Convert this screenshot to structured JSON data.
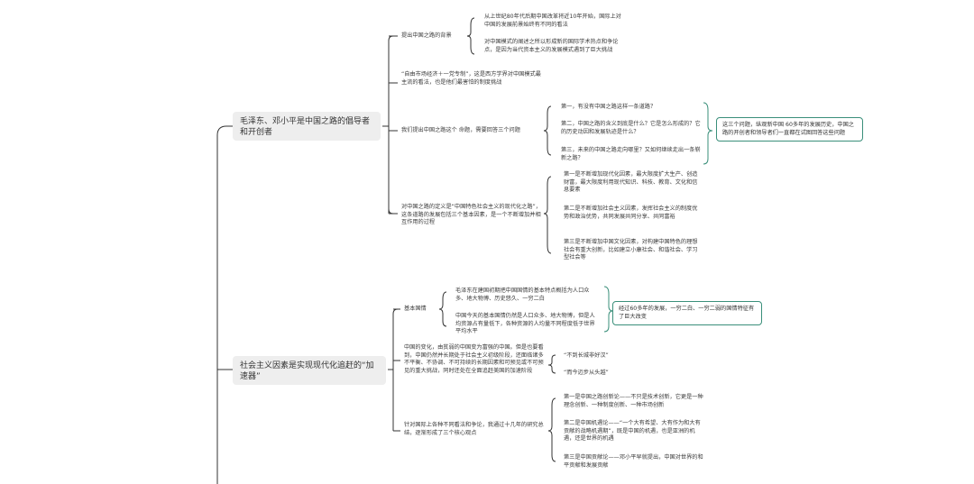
{
  "branch1": {
    "title": "毛泽东、邓小平是中国之路的倡导者和开创者",
    "background": {
      "label": "提出中国之路的背景",
      "items": [
        "从上世纪80年代后期中国改革将近10年开始，国际上对中国的发展前景始终有不同的看法",
        "对中国模式的阐述之所以形成新的国际学术热点和争论点，是因为当代资本主义的发展模式遇到了巨大挑战"
      ]
    },
    "western_view": "“自由市场经济＋一党专制”，这是西方学界对中国模式最主流的看法，也是他们最害怕的制度挑战",
    "three_questions": {
      "label": "我们提出中国之路这个 命题，需要回答三个问题",
      "items": [
        "第一，有没有中国之路这样一条道路？",
        "第二，中国之路的含义到底是什么？它是怎么形成的？它的历史动因和发展轨迹是什么？",
        "第三，未来的中国之路走向哪里？又如何继续走出一条崭新之路？"
      ],
      "note": "这三个问题，纵观新中国 60多年的发展历史，中国之路的开创者和领导者们一直都在试图回答这些问题"
    },
    "definition": {
      "label": "对中国之路的定义是“中国特色社会主义的现代化之路”，这条道路的发展包括三个基本因素，是一个不断增加并相互作用的过程",
      "items": [
        "第一是不断增加现代化因素，最大限度扩大生产、创造财富，最大限度利用现代知识、科技、教育、文化和信息要素",
        "第二是不断增加社会主义因素，发挥社会主义的制度优势和政治优势，共同发展共同分享、共同富裕",
        "第三是不断增加中国文化因素，对构建中国特色的理想社会有重大创新，比如建立小康社会、和谐社会、学习型社会等"
      ]
    }
  },
  "branch2": {
    "title": "社会主义因素是实现现代化追赶的“加速器”",
    "national": {
      "label": "基本国情",
      "items": [
        "毛泽东在建国初期把中国国情的基本特点概括为人口众多、地大物博、历史悠久、一穷二白",
        "中国今天的基本国情仍然是人口众多、地大物博，但是人均资源占有量低下，各种资源的人均量不同程度低于世界平均水平"
      ],
      "note": "经过60多年的发展，一穷二白、一穷二弱的国情特征有了巨大改变"
    },
    "change": {
      "label": "中国的变化，由贫弱的中国变为富强的中国。但是也要看到，中国仍然并长期处于社会主义初级阶段，还面临诸多不平衡、不协调、不可持续的长期因素和可预见或不可预见的重大挑战，同时还处在全面追赶美国的加速阶段",
      "items": [
        "“不到长城非好汉”",
        "“而今迈步从头越”"
      ]
    },
    "core_views": {
      "label": "针对国际上各种不同看法和争论，我通过十几年的研究总结，逐渐形成了三个核心观点",
      "items": [
        "第一是中国之路创新论——不只是技术创新，它更是一种理念创新、一种制度创新、一种市场创新",
        "第二是中国机遇论——“一个大有希望、大有作为和大有贡献的战略机遇期”，既是中国的机遇，也是亚洲的机遇，还是世界的机遇",
        "第三是中国贡献论——邓小平早就提出，中国对世界的和平贡献和发展贡献"
      ]
    }
  }
}
